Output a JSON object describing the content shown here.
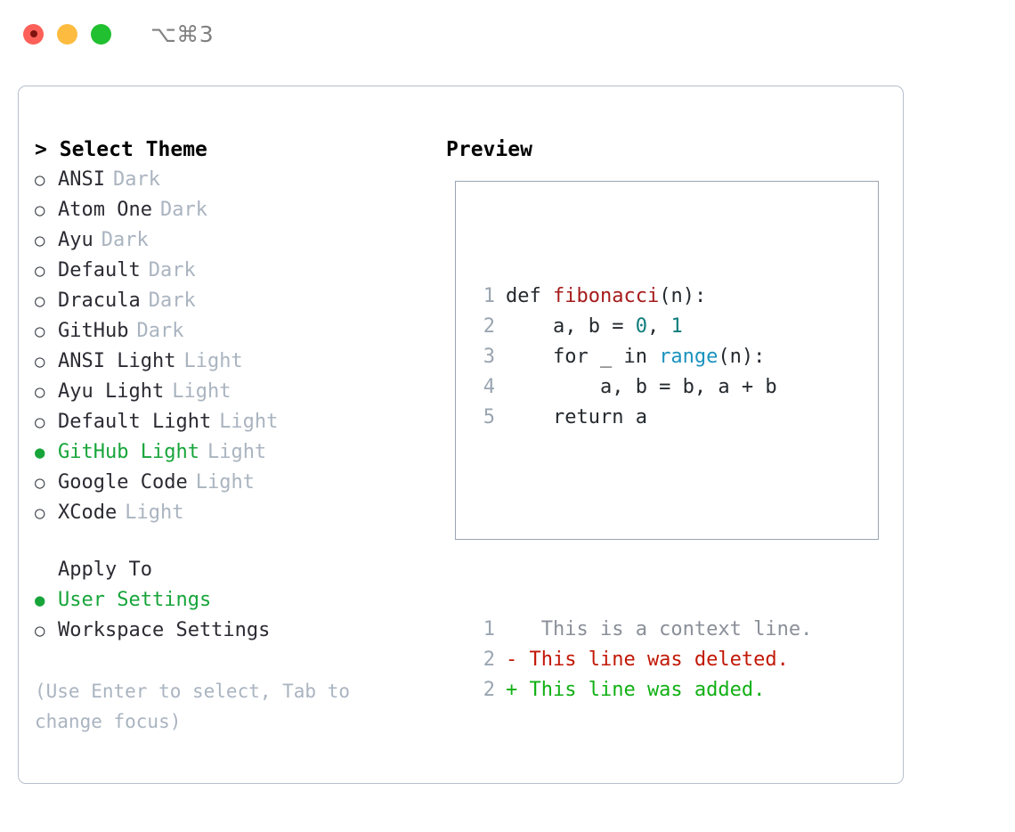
{
  "window": {
    "shortcut": "⌥⌘3",
    "traffic_lights": [
      {
        "name": "close",
        "color": "#fd6058"
      },
      {
        "name": "minimize",
        "color": "#fdbc40"
      },
      {
        "name": "zoom",
        "color": "#21c030"
      }
    ]
  },
  "theme_picker": {
    "header_prefix": ">",
    "header": "Select Theme",
    "marker_unselected": "○",
    "marker_selected": "●",
    "items": [
      {
        "label": "ANSI",
        "tag": "Dark",
        "selected": false
      },
      {
        "label": "Atom One",
        "tag": "Dark",
        "selected": false
      },
      {
        "label": "Ayu",
        "tag": "Dark",
        "selected": false
      },
      {
        "label": "Default",
        "tag": "Dark",
        "selected": false
      },
      {
        "label": "Dracula",
        "tag": "Dark",
        "selected": false
      },
      {
        "label": "GitHub",
        "tag": "Dark",
        "selected": false
      },
      {
        "label": "ANSI Light",
        "tag": "Light",
        "selected": false
      },
      {
        "label": "Ayu Light",
        "tag": "Light",
        "selected": false
      },
      {
        "label": "Default Light",
        "tag": "Light",
        "selected": false
      },
      {
        "label": "GitHub Light",
        "tag": "Light",
        "selected": true
      },
      {
        "label": "Google Code",
        "tag": "Light",
        "selected": false
      },
      {
        "label": "XCode",
        "tag": "Light",
        "selected": false
      }
    ]
  },
  "apply_to": {
    "header": "Apply To",
    "items": [
      {
        "label": "User Settings",
        "selected": true
      },
      {
        "label": "Workspace Settings",
        "selected": false
      }
    ]
  },
  "hint": "(Use Enter to select, Tab to change focus)",
  "preview": {
    "header": "Preview",
    "code_lines": [
      {
        "number": "1",
        "tokens": [
          {
            "text": "def ",
            "type": "kw"
          },
          {
            "text": "fibonacci",
            "type": "fn"
          },
          {
            "text": "(n):",
            "type": "plain"
          }
        ]
      },
      {
        "number": "2",
        "tokens": [
          {
            "text": "    a, b = ",
            "type": "plain"
          },
          {
            "text": "0",
            "type": "num"
          },
          {
            "text": ", ",
            "type": "plain"
          },
          {
            "text": "1",
            "type": "num"
          }
        ]
      },
      {
        "number": "3",
        "tokens": [
          {
            "text": "    for _ in ",
            "type": "plain"
          },
          {
            "text": "range",
            "type": "call"
          },
          {
            "text": "(n):",
            "type": "plain"
          }
        ]
      },
      {
        "number": "4",
        "tokens": [
          {
            "text": "        a, b = b, a + b",
            "type": "plain"
          }
        ]
      },
      {
        "number": "5",
        "tokens": [
          {
            "text": "    return a",
            "type": "plain"
          }
        ]
      }
    ],
    "diff_lines": [
      {
        "number": "1",
        "marker": " ",
        "text": "  This is a context line.",
        "kind": "context"
      },
      {
        "number": "2",
        "marker": "-",
        "text": " This line was deleted.",
        "kind": "del"
      },
      {
        "number": "2",
        "marker": "+",
        "text": " This line was added.",
        "kind": "add"
      }
    ]
  },
  "colors": {
    "accent_green": "#17a53a",
    "border": "#b6bfcc",
    "preview_border": "#9aa5b1",
    "muted": "#aab4c0",
    "text": "#2b2b33",
    "syntax_function": "#a61b1b",
    "syntax_number": "#0e7c7b",
    "syntax_call": "#1a93bd",
    "diff_add": "#11b014",
    "diff_del": "#c21807",
    "diff_context": "#8a8f98"
  }
}
